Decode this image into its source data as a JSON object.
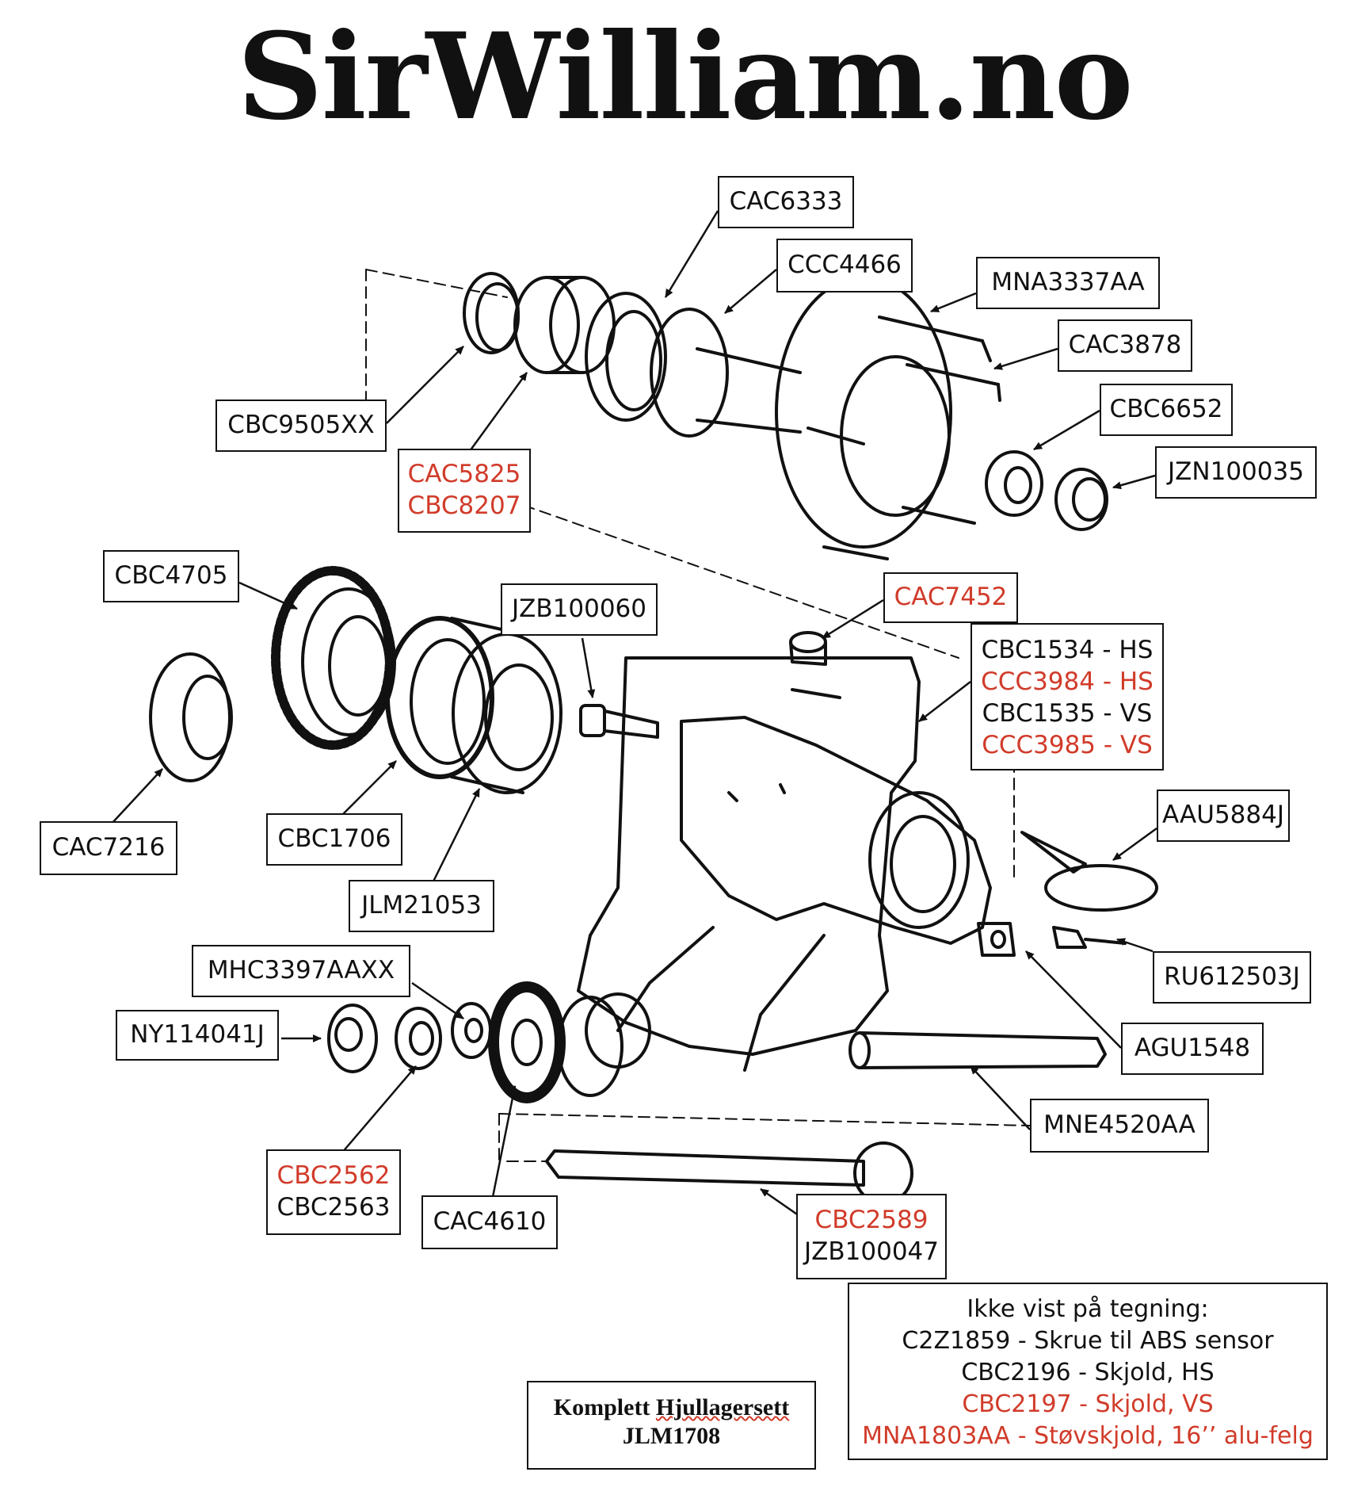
{
  "logo": "SirWilliam.no",
  "labels": {
    "cac6333": [
      "CAC6333"
    ],
    "ccc4466": [
      "CCC4466"
    ],
    "mna3337aa": [
      "MNA3337AA"
    ],
    "cac3878": [
      "CAC3878"
    ],
    "cbc6652": [
      "CBC6652"
    ],
    "jzn100035": [
      "JZN100035"
    ],
    "cbc9505xx": [
      "CBC9505XX"
    ],
    "cac5825": [
      "CAC5825",
      "CBC8207"
    ],
    "cbc4705": [
      "CBC4705"
    ],
    "jzb100060": [
      "JZB100060"
    ],
    "cac7452": [
      "CAC7452"
    ],
    "cbc1534": [
      "CBC1534 - HS",
      "CCC3984 - HS",
      "CBC1535 - VS",
      "CCC3985 - VS"
    ],
    "aau5884j": [
      "AAU5884J"
    ],
    "cac7216": [
      "CAC7216"
    ],
    "cbc1706": [
      "CBC1706"
    ],
    "jlm21053": [
      "JLM21053"
    ],
    "mhc3397aaxx": [
      "MHC3397AAXX"
    ],
    "ny114041j": [
      "NY114041J"
    ],
    "ru612503j": [
      "RU612503J"
    ],
    "agu1548": [
      "AGU1548"
    ],
    "mne4520aa": [
      "MNE4520AA"
    ],
    "cbc2562": [
      "CBC2562",
      "CBC2563"
    ],
    "cac4610": [
      "CAC4610"
    ],
    "cbc2589": [
      "CBC2589",
      "JZB100047"
    ]
  },
  "note": {
    "lines": [
      "Ikke vist på tegning:",
      "C2Z1859 - Skrue til ABS sensor",
      "CBC2196 - Skjold, HS",
      "CBC2197 - Skjold, VS",
      "MNA1803AA - Støvskjold, 16’’ alu-felg"
    ]
  },
  "kit": {
    "line1_a": "Komplett",
    "line1_b": "Hjullagersett",
    "line2": "JLM1708"
  },
  "colors": {
    "ink": "#111111",
    "red": "#d13b2a",
    "background": "#ffffff"
  }
}
